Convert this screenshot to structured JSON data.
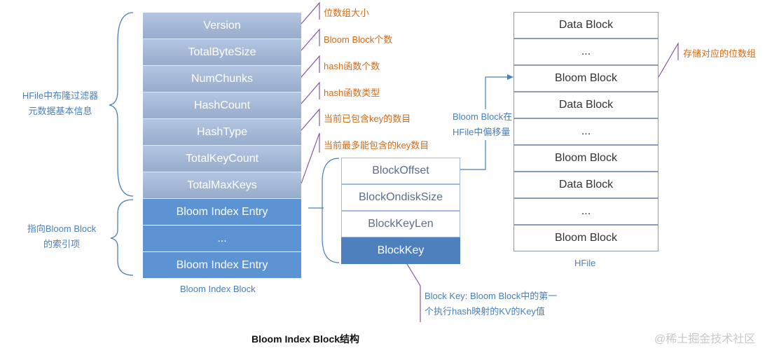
{
  "bloom_index_block": {
    "meta_fields": [
      "Version",
      "TotalByteSize",
      "NumChunks",
      "HashCount",
      "HashType",
      "TotalKeyCount",
      "TotalMaxKeys"
    ],
    "entries": [
      "Bloom Index Entry",
      "...",
      "Bloom Index Entry"
    ],
    "caption": "Bloom Index Block"
  },
  "field_notes": [
    "位数组大小",
    "Bloom Block个数",
    "hash函数个数",
    "hash函数类型",
    "当前已包含key的数目",
    "当前最多能包含的key数目"
  ],
  "left_labels": {
    "meta_line1": "HFile中布隆过滤器",
    "meta_line2": "元数据基本信息",
    "entries_line1": "指向Bloom Block",
    "entries_line2": "的索引项"
  },
  "entry_fields": [
    "BlockOffset",
    "BlockOndiskSize",
    "BlockKeyLen",
    "BlockKey"
  ],
  "offset_note": {
    "line1": "Bloom Block在",
    "line2": "HFile中偏移量"
  },
  "hfile": {
    "blocks": [
      "Data Block",
      "...",
      "Bloom Block",
      "Data Block",
      "...",
      "Bloom Block",
      "Data Block",
      "...",
      "Bloom Block"
    ],
    "caption": "HFile",
    "bloom_note": "存储对应的位数组"
  },
  "blockkey_note": {
    "line1": "Block Key: Bloom Block中的第一",
    "line2": "个执行hash映射的KV的Key值"
  },
  "figure_title": "Bloom Index Block结构",
  "watermark": "@稀土掘金技术社区",
  "colors": {
    "meta_fill": "#a5b9d8",
    "entry_fill": "#5b93d3",
    "accent_orange": "#d06b1a",
    "note_line": "#7b4aa0",
    "text_blue": "#4a7fb8"
  }
}
